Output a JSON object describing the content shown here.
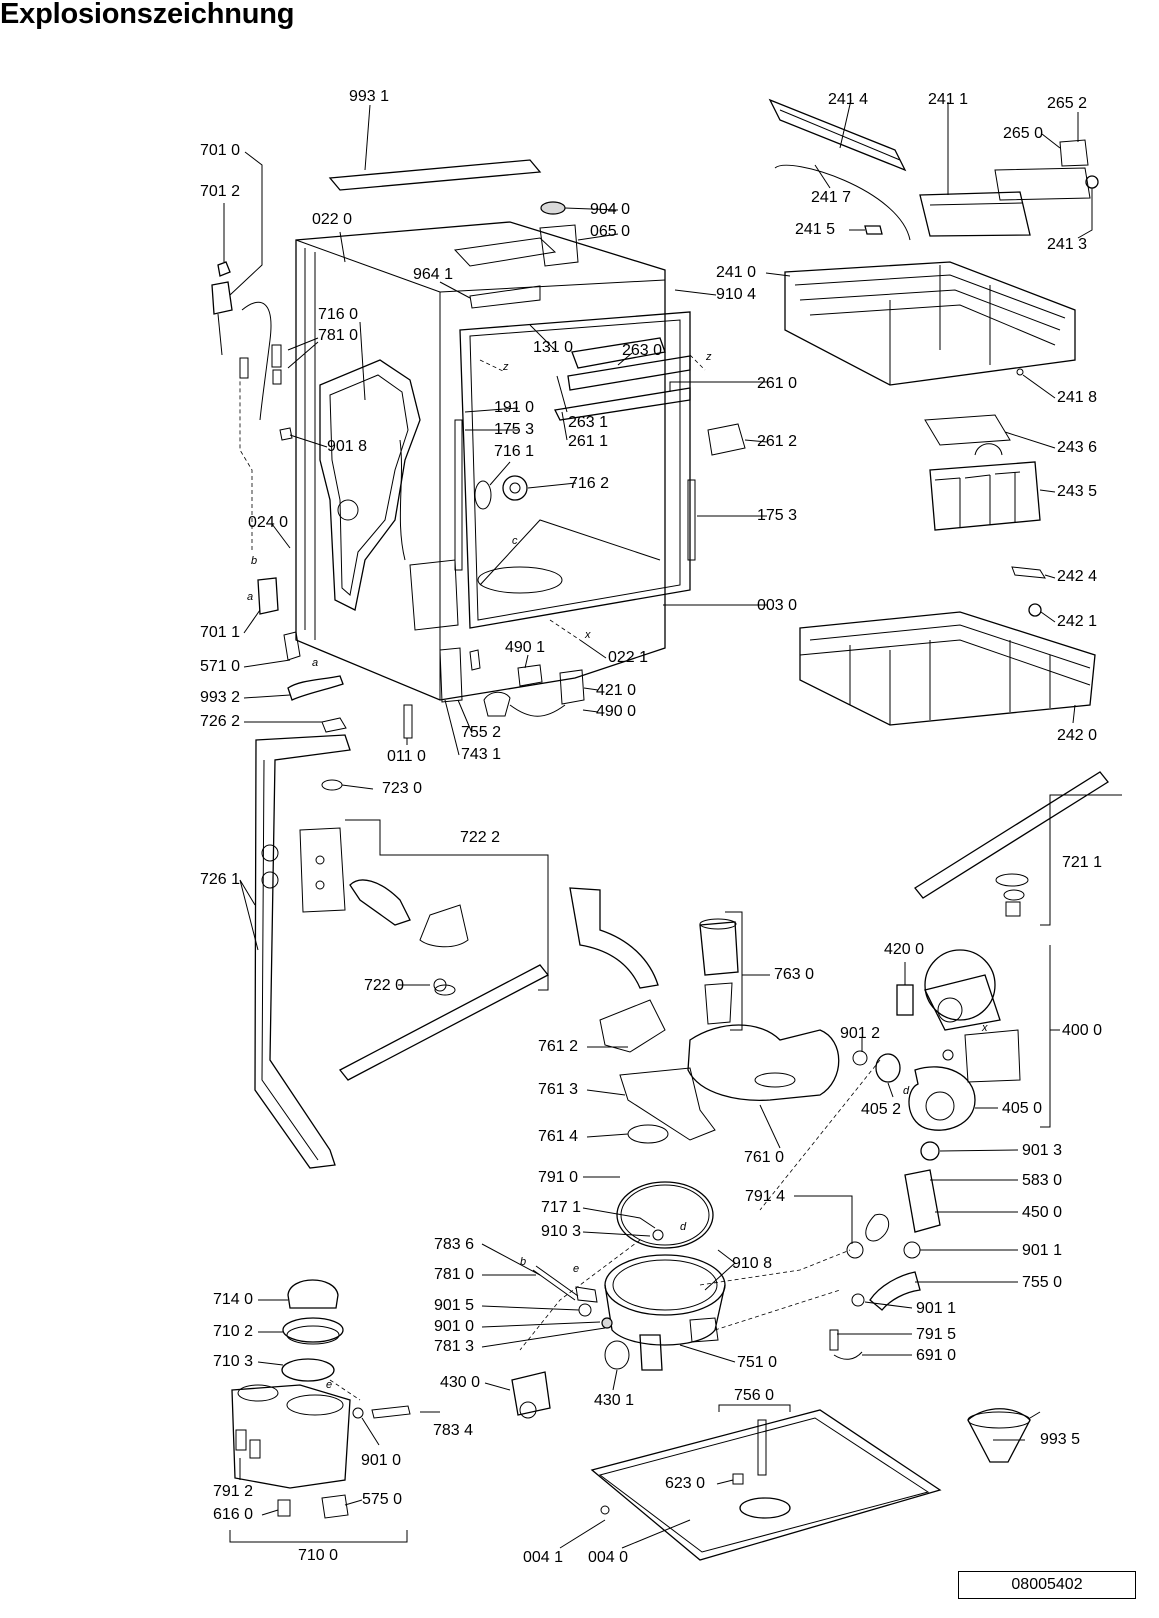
{
  "title": "Explosionszeichnung",
  "document_number": "08005402",
  "part_labels": [
    "993 1",
    "701 0",
    "701 2",
    "022 0",
    "904 0",
    "065 0",
    "964 1",
    "910 4",
    "716 0",
    "781 0",
    "131 0",
    "263 0",
    "261 0",
    "191 0",
    "175 3",
    "263 1",
    "261 1",
    "261 2",
    "901 8",
    "716 1",
    "716 2",
    "175 3",
    "024 0",
    "003 0",
    "701 1",
    "490 1",
    "022 1",
    "571 0",
    "421 0",
    "490 0",
    "993 2",
    "755 2",
    "726 2",
    "011 0",
    "743 1",
    "723 0",
    "241 4",
    "241 1",
    "265 2",
    "265 0",
    "241 7",
    "241 5",
    "241 3",
    "241 0",
    "241 8",
    "243 6",
    "243 5",
    "242 4",
    "242 1",
    "242 0",
    "722 2",
    "726 1",
    "721 1",
    "722 0",
    "763 0",
    "420 0",
    "761 2",
    "901 2",
    "400 0",
    "761 3",
    "405 2",
    "405 0",
    "761 4",
    "761 0",
    "901 3",
    "791 0",
    "583 0",
    "791 4",
    "717 1",
    "450 0",
    "910 3",
    "783 6",
    "910 8",
    "901 1",
    "781 0",
    "755 0",
    "901 5",
    "901 1",
    "901 0",
    "791 5",
    "781 3",
    "751 0",
    "691 0",
    "714 0",
    "710 2",
    "710 3",
    "430 0",
    "430 1",
    "756 0",
    "783 4",
    "901 0",
    "993 5",
    "623 0",
    "791 2",
    "575 0",
    "616 0",
    "710 0",
    "004 1",
    "004 0"
  ],
  "connector_letters": [
    "b",
    "a",
    "z",
    "z",
    "c",
    "x",
    "a",
    "x",
    "d",
    "d",
    "b",
    "e",
    "e"
  ],
  "icons": {
    "cabinet": "dishwasher-tub-icon",
    "upper_basket": "upper-basket-icon",
    "lower_basket": "lower-basket-icon",
    "cutlery_basket": "cutlery-basket-icon",
    "spray_arm": "spray-arm-icon",
    "pump": "circulation-pump-icon",
    "sump": "sump-icon",
    "softener": "water-softener-icon",
    "funnel": "funnel-icon",
    "base_plate": "base-plate-icon"
  }
}
